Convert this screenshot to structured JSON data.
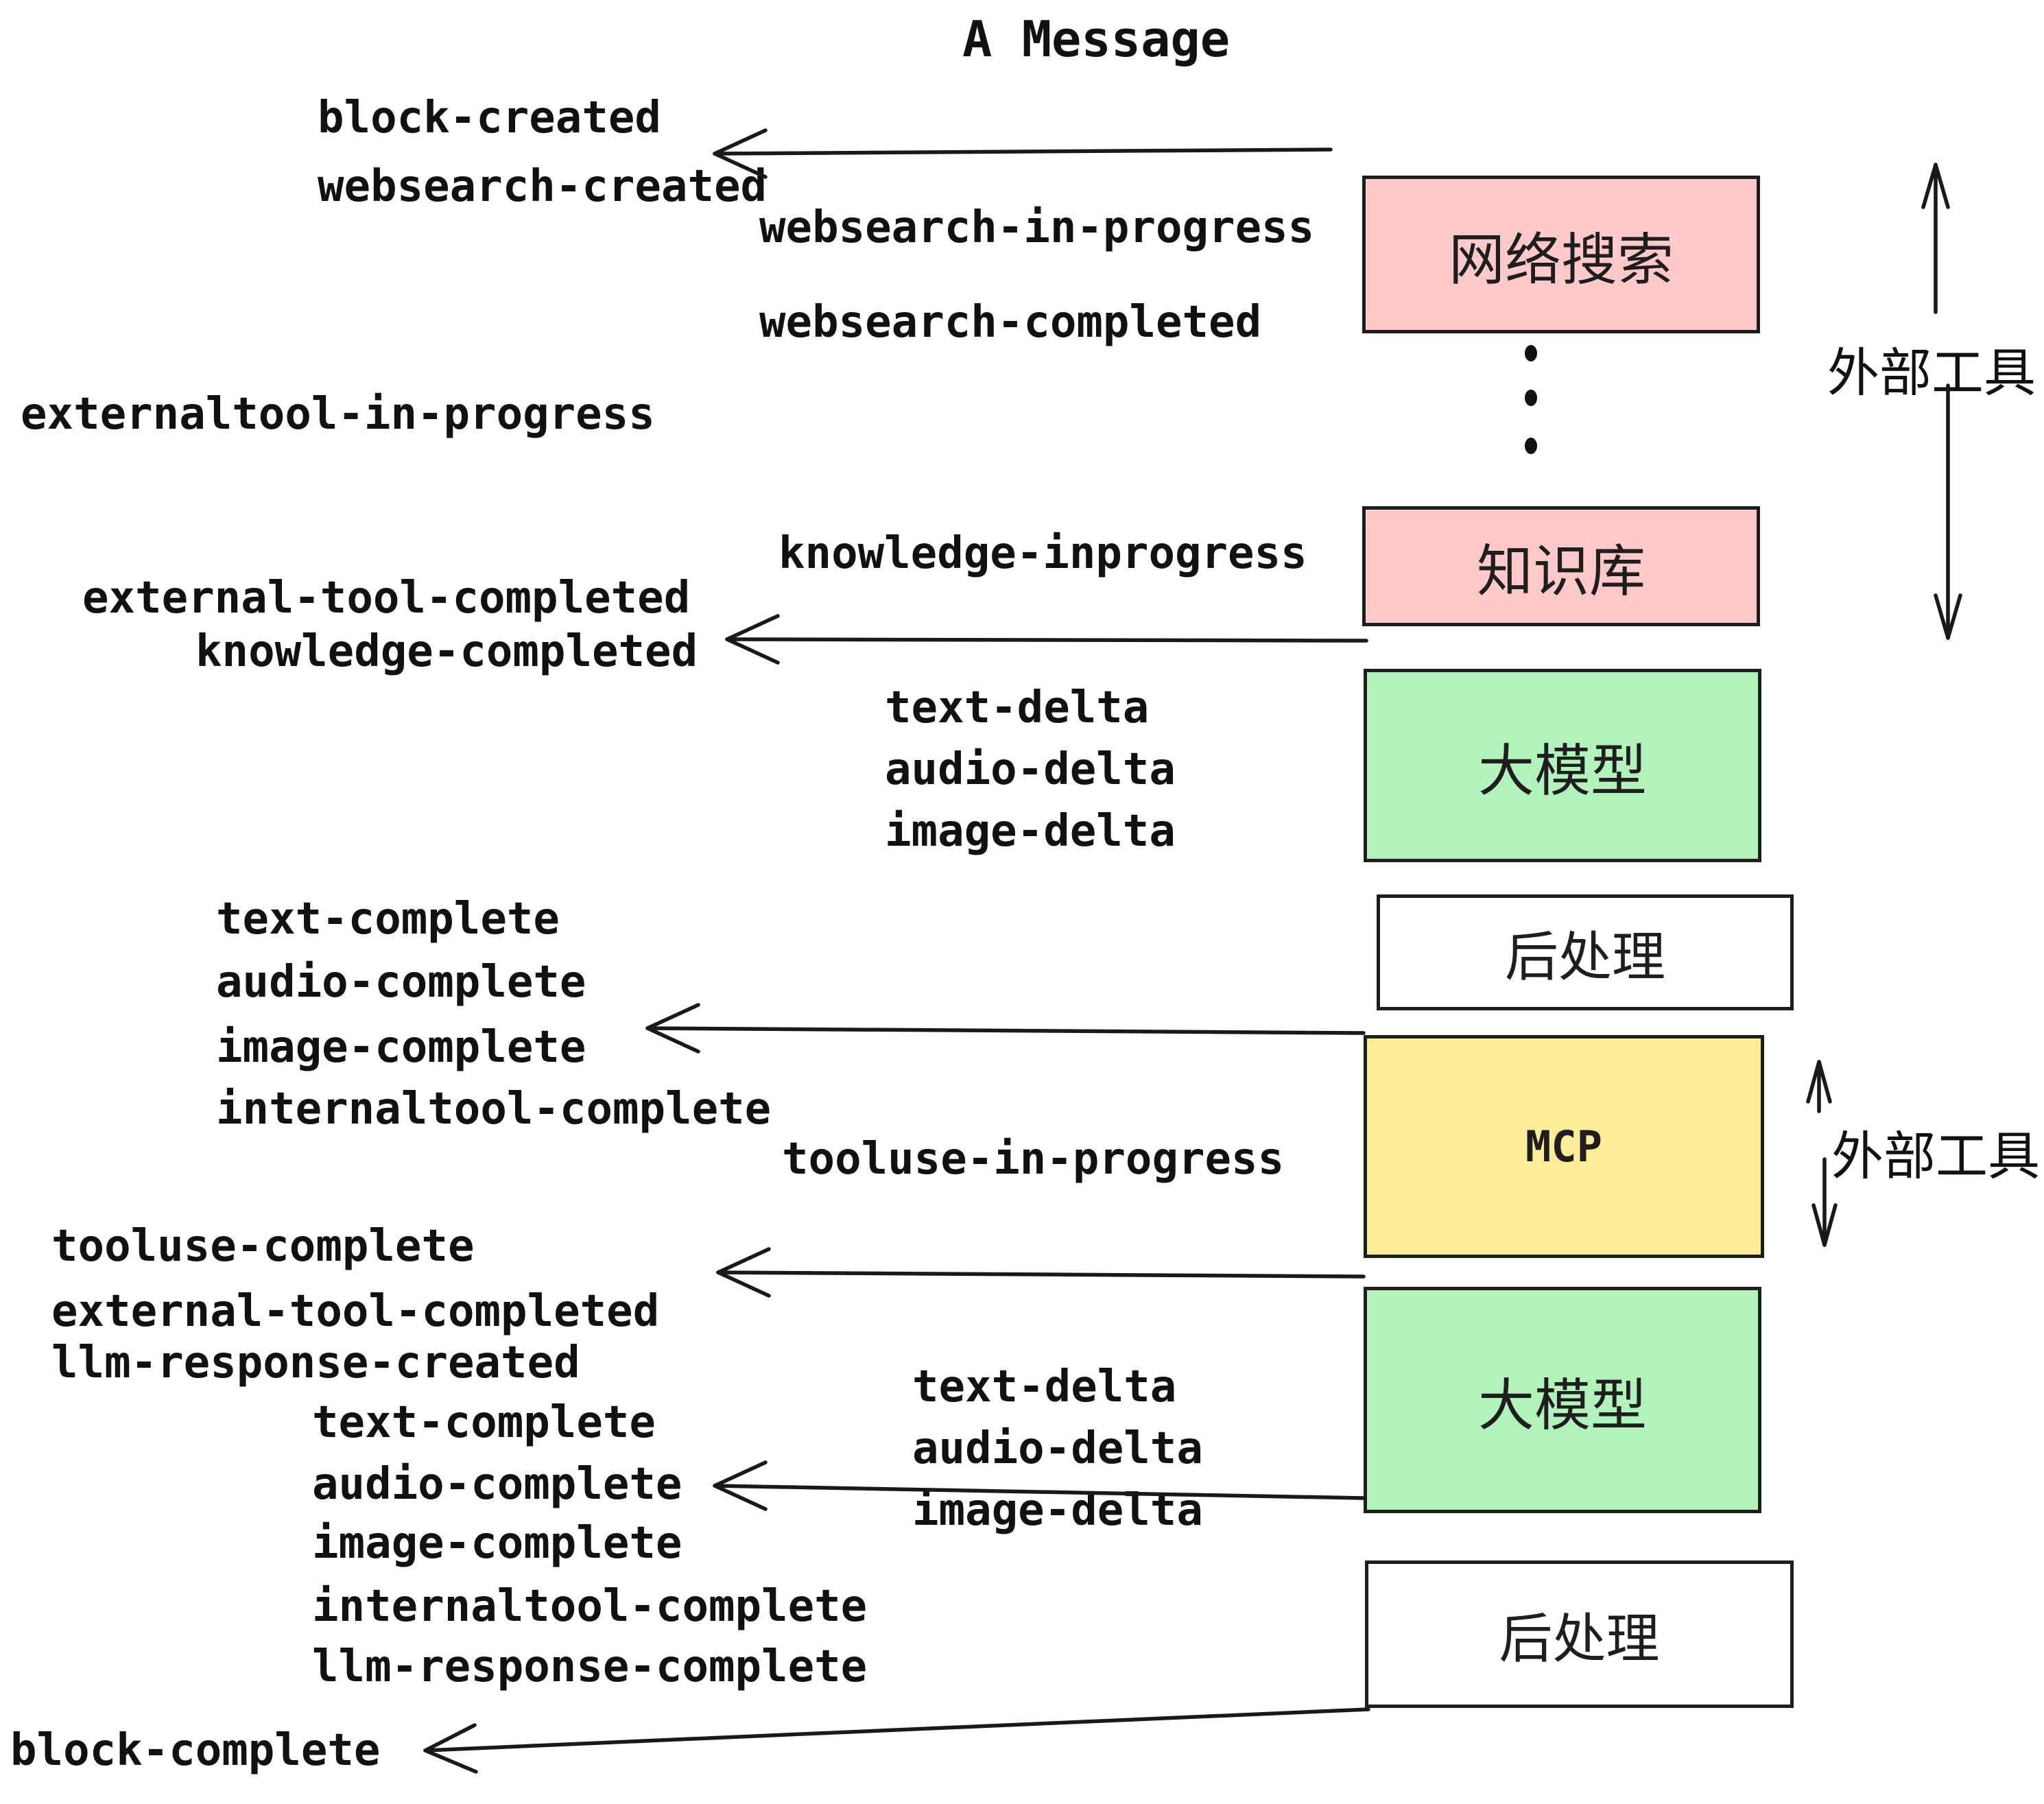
{
  "title": "A Message",
  "colors": {
    "pink": "#ffc9c9",
    "green": "#b2f2bb",
    "yellow": "#ffec99",
    "white": "#ffffff",
    "box_border": "#1e1e1e",
    "ink": "#111111"
  },
  "boxes": {
    "websearch": {
      "label": "网络搜索",
      "color": "#ffc9c9"
    },
    "knowledge": {
      "label": "知识库",
      "color": "#ffc9c9"
    },
    "llm1": {
      "label": "大模型",
      "color": "#b2f2bb"
    },
    "post1": {
      "label": "后处理",
      "color": "#ffffff"
    },
    "mcp": {
      "label": "MCP",
      "color": "#ffec99"
    },
    "llm2": {
      "label": "大模型",
      "color": "#b2f2bb"
    },
    "post2": {
      "label": "后处理",
      "color": "#ffffff"
    }
  },
  "side_annotations": {
    "external_tools_top": "外部工具",
    "external_tools_mid": "外部工具"
  },
  "events": [
    "block-created",
    "websearch-created",
    "websearch-in-progress",
    "websearch-completed",
    "externaltool-in-progress",
    "knowledge-inprogress",
    "external-tool-completed",
    "knowledge-completed",
    "text-delta",
    "audio-delta",
    "image-delta",
    "text-complete",
    "audio-complete",
    "image-complete",
    "internaltool-complete",
    "tooluse-in-progress",
    "tooluse-complete",
    "external-tool-completed",
    "llm-response-created",
    "text-delta",
    "audio-delta",
    "image-delta",
    "text-complete",
    "audio-complete",
    "image-complete",
    "internaltool-complete",
    "llm-response-complete",
    "block-complete"
  ]
}
